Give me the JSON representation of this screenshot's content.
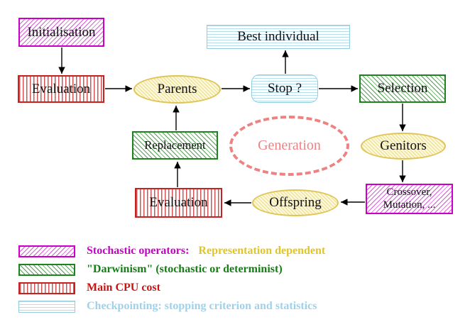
{
  "diagram": {
    "nodes": {
      "initialisation": {
        "label": "Initialisation"
      },
      "evaluation_top": {
        "label": "Evaluation"
      },
      "parents": {
        "label": "Parents"
      },
      "stop": {
        "label": "Stop ?"
      },
      "best_individual": {
        "label": "Best individual"
      },
      "selection": {
        "label": "Selection"
      },
      "genitors": {
        "label": "Genitors"
      },
      "crossover_mutation": {
        "line1": "Crossover,",
        "line2": "Mutation, ..."
      },
      "offspring": {
        "label": "Offspring"
      },
      "evaluation_bottom": {
        "label": "Evaluation"
      },
      "replacement": {
        "label": "Replacement"
      },
      "generation": {
        "label": "Generation"
      }
    },
    "colors": {
      "magenta": "#c800c8",
      "green": "#1e821e",
      "red": "#c32323",
      "cyan": "#9fd2ea",
      "yellow": "#e0c455",
      "salmon": "#ee8282",
      "arrow": "#000000"
    }
  },
  "legend": {
    "items": [
      {
        "swatch": "magenta-diagonal-hatch",
        "segments": [
          {
            "text": "Stochastic operators:",
            "color": "#c800c8"
          },
          {
            "text": "Representation dependent",
            "color": "#e2c520"
          }
        ]
      },
      {
        "swatch": "green-diagonal-hatch",
        "segments": [
          {
            "text": "\"Darwinism\" (stochastic or determinist)",
            "color": "#128012"
          }
        ]
      },
      {
        "swatch": "red-vertical-lines",
        "segments": [
          {
            "text": "Main CPU cost",
            "color": "#cc1212"
          }
        ]
      },
      {
        "swatch": "cyan-horizontal-lines",
        "segments": [
          {
            "text": "Checkpointing: stopping criterion and statistics",
            "color": "#9fd2ea"
          }
        ]
      }
    ]
  }
}
